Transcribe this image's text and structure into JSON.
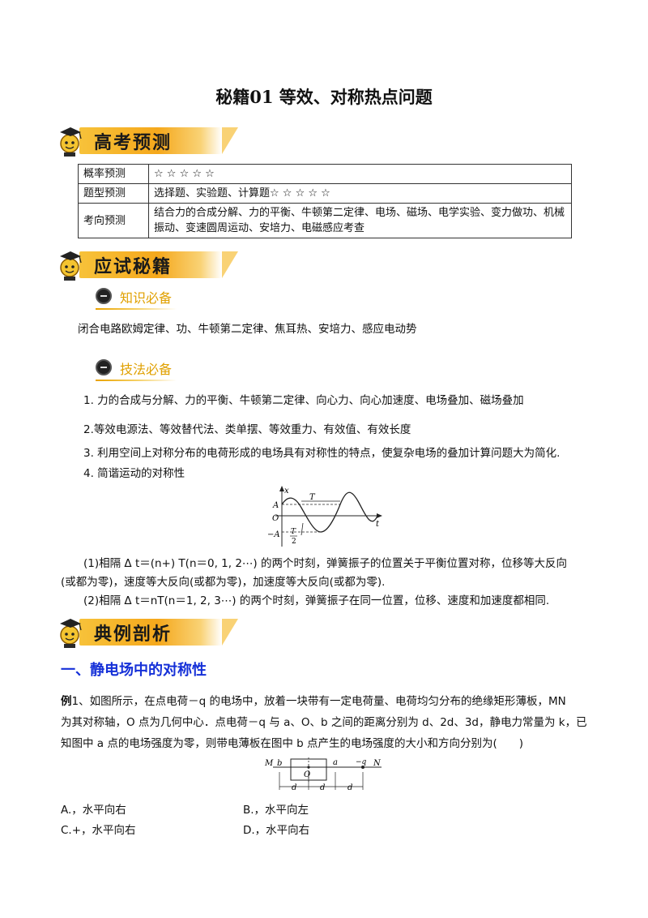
{
  "title": "秘籍01  等效、对称热点问题",
  "banners": {
    "forecast": "高考预测",
    "secrets": "应试秘籍",
    "examples": "典例剖析"
  },
  "forecast_table": [
    {
      "key": "概率预测",
      "value": "☆ ☆ ☆ ☆ ☆"
    },
    {
      "key": "题型预测",
      "value": "选择题、实验题、计算题☆ ☆ ☆ ☆ ☆"
    },
    {
      "key": "考向预测",
      "value": "结合力的合成分解、力的平衡、牛顿第二定律、电场、磁场、电学实验、变力做功、机械振动、变速圆周运动、安培力、电磁感应考查"
    }
  ],
  "knowledge": {
    "heading": "知识必备",
    "text": "闭合电路欧姆定律、功、牛顿第二定律、焦耳热、安培力、感应电动势"
  },
  "skills": {
    "heading": "技法必备",
    "items": [
      "1. 力的合成与分解、力的平衡、牛顿第二定律、向心力、向心加速度、电场叠加、磁场叠加",
      "2.等效电源法、等效替代法、类单摆、等效重力、有效值、有效长度",
      "3. 利用空间上对称分布的电荷形成的电场具有对称性的特点，使复杂电场的叠加计算问题大为简化.",
      "4. 简谐运动的对称性"
    ]
  },
  "shm_figure": {
    "labels": {
      "x": "x",
      "t": "t",
      "A": "A",
      "O": "O",
      "negA": "−A",
      "T": "T",
      "Thalf_num": "T",
      "Thalf_den": "2"
    }
  },
  "notes": [
    "(1)相隔 Δ t＝(n+) T(n＝0, 1, 2⋯) 的两个时刻，弹簧振子的位置关于平衡位置对称，位移等大反向",
    "(或都为零)，速度等大反向(或都为零)，加速度等大反向(或都为零).",
    "(2)相隔 Δ t＝nT(n＝1, 2, 3⋯) 的两个时刻，弹簧振子在同一位置，位移、速度和加速度都相同."
  ],
  "section1": "一、静电场中的对称性",
  "example1": {
    "label": "例",
    "lines": [
      "1、如图所示，在点电荷－q 的电场中，放着一块带有一定电荷量、电荷均匀分布的绝缘矩形薄板，MN",
      "为其对称轴，O 点为几何中心．点电荷－q 与 a、O、b 之间的距离分别为 d、2d、3d，静电力常量为 k，已",
      "知图中 a 点的电场强度为零，则带电薄板在图中 b 点产生的电场强度的大小和方向分别为(　　)"
    ]
  },
  "plate_figure": {
    "labels": {
      "M": "M",
      "b": "b",
      "O": "O",
      "a": "a",
      "q": "−q",
      "N": "N",
      "d": "d"
    }
  },
  "options": [
    {
      "label": "A.，水平向右"
    },
    {
      "label": "B.，水平向左"
    },
    {
      "label": "C.+，水平向右"
    },
    {
      "label": "D.，水平向右"
    }
  ]
}
